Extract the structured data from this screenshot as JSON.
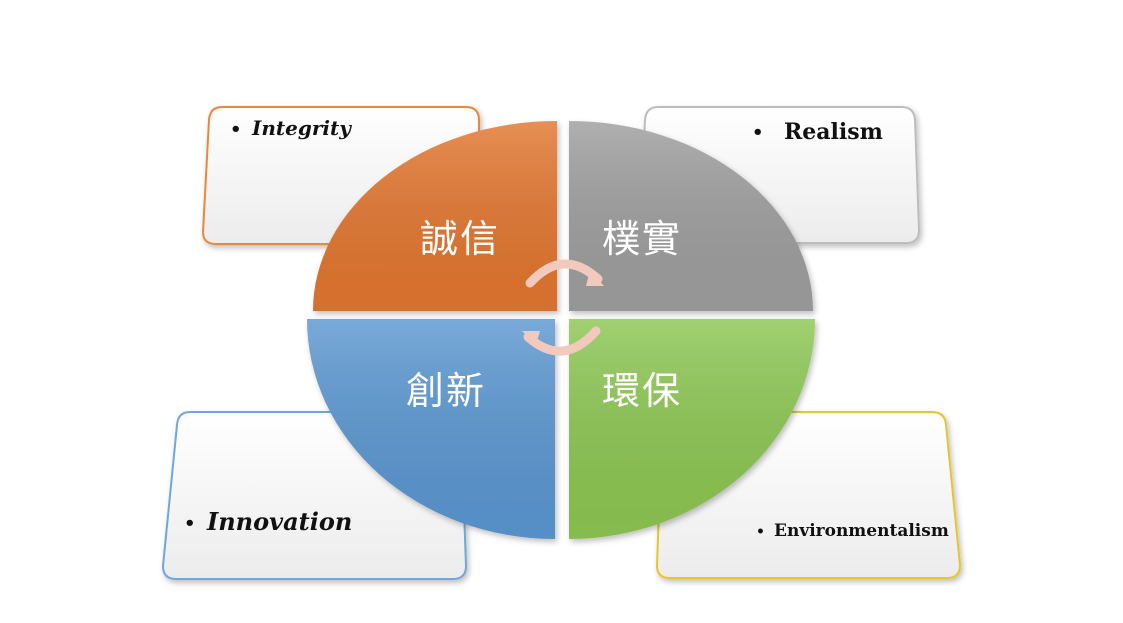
{
  "quadrants": {
    "top_left": {
      "label": "誠信",
      "color": "#E2762F"
    },
    "top_right": {
      "label": "樸實",
      "color": "#9E9E9E"
    },
    "bottom_left": {
      "label": "創新",
      "color": "#5B97D1"
    },
    "bottom_right": {
      "label": "環保",
      "color": "#8CC652"
    }
  },
  "cards": {
    "top_left": {
      "text": "Integrity",
      "border": "#E8883E"
    },
    "top_right": {
      "text": "Realism",
      "border": "#BDBDBD"
    },
    "bottom_left": {
      "text": "Innovation",
      "border": "#6FA6DA"
    },
    "bottom_right": {
      "text": "Environmentalism",
      "border": "#E8C52A"
    }
  },
  "bullet": "•",
  "cycle_arrow": {
    "color": "#F2C9BD",
    "icon": "circular-arrow-icon"
  }
}
